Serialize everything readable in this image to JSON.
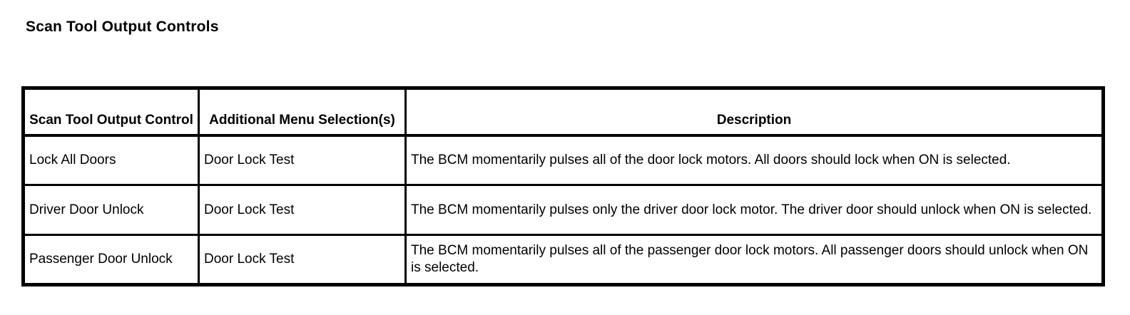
{
  "page": {
    "title": "Scan Tool Output Controls"
  },
  "table": {
    "headers": {
      "control": "Scan Tool Output Control",
      "menu": "Additional Menu Selection(s)",
      "description": "Description"
    },
    "rows": [
      {
        "control": "Lock All Doors",
        "menu": "Door Lock Test",
        "description": "The BCM momentarily pulses all of the door lock motors. All doors should lock when ON is selected."
      },
      {
        "control": "Driver Door Unlock",
        "menu": "Door Lock Test",
        "description": "The BCM momentarily pulses only the driver door lock motor. The driver door should unlock when ON is selected."
      },
      {
        "control": "Passenger Door Unlock",
        "menu": "Door Lock Test",
        "description": "The BCM momentarily pulses all of the passenger door lock motors. All passenger doors should unlock when ON is selected."
      }
    ],
    "colors": {
      "border": "#000000",
      "text": "#000000",
      "background": "#ffffff"
    }
  }
}
